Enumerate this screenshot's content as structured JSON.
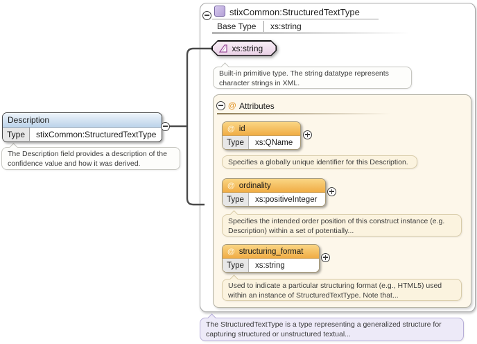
{
  "element": {
    "name": "Description",
    "type_label": "Type",
    "type_value": "stixCommon:StructuredTextType",
    "note": "The Description field provides a description of the confidence value and how it was derived."
  },
  "type_panel": {
    "title": "stixCommon:StructuredTextType",
    "base_type_label": "Base Type",
    "base_type_value": "xs:string",
    "footer_note": "The StructuredTextType is a type representing a generalized structure for capturing structured or unstructured textual...",
    "base_type_badge": {
      "label": "xs:string",
      "note": "Built-in primitive type. The string datatype represents character strings in XML."
    },
    "attributes": {
      "section_title": "Attributes",
      "at_symbol": "@",
      "items": [
        {
          "name": "id",
          "type_label": "Type",
          "type_value": "xs:QName",
          "note": "Specifies a globally unique identifier for this Description."
        },
        {
          "name": "ordinality",
          "type_label": "Type",
          "type_value": "xs:positiveInteger",
          "note": "Specifies the intended order position of this construct instance (e.g. Description) within a set of potentially..."
        },
        {
          "name": "structuring_format",
          "type_label": "Type",
          "type_value": "xs:string",
          "note": "Used to indicate a particular structuring format (e.g., HTML5) used within an instance of StructuredTextType. Note that..."
        }
      ]
    }
  },
  "colors": {
    "connector": "#4a4a4a",
    "attribute_header": "#f3b859",
    "element_header": "#c6d9ee",
    "badge_fill": "#efdcec",
    "attributes_panel_bg": "#fdf7ea"
  }
}
